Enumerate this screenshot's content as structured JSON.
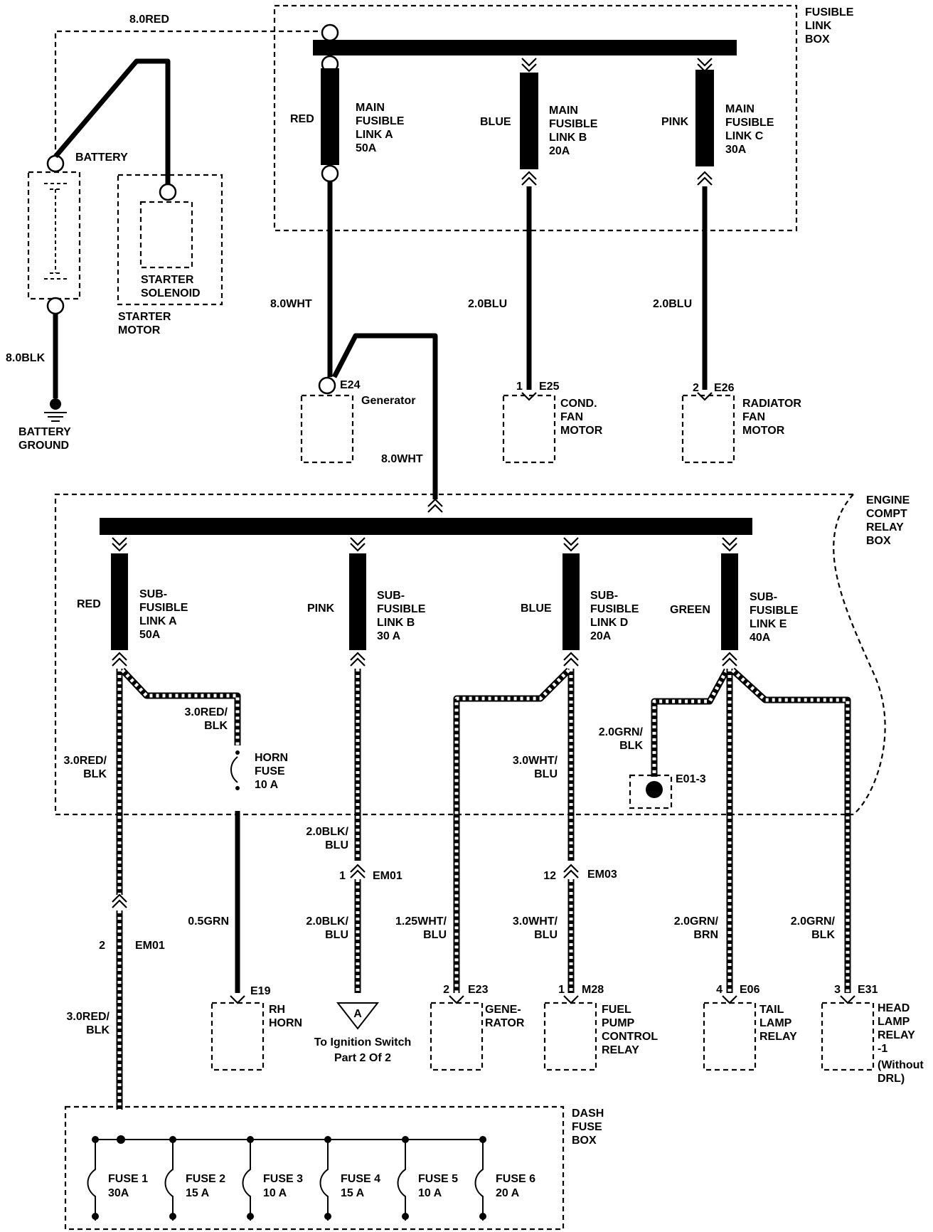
{
  "fusible_link_box": {
    "label": [
      "FUSIBLE",
      "LINK",
      "BOX"
    ],
    "links": [
      {
        "color": "RED",
        "name": [
          "MAIN",
          "FUSIBLE",
          "LINK A",
          "50A"
        ]
      },
      {
        "color": "BLUE",
        "name": [
          "MAIN",
          "FUSIBLE",
          "LINK B",
          "20A"
        ]
      },
      {
        "color": "PINK",
        "name": [
          "MAIN",
          "FUSIBLE",
          "LINK C",
          "30A"
        ]
      }
    ]
  },
  "battery": {
    "label": "BATTERY",
    "feed_wire": "8.0RED",
    "ground_wire": "8.0BLK",
    "ground_label": [
      "BATTERY",
      "GROUND"
    ]
  },
  "starter": {
    "solenoid_label": [
      "STARTER",
      "SOLENOID"
    ],
    "motor_label": [
      "STARTER",
      "MOTOR"
    ]
  },
  "upper_wires": {
    "link_a_wire": "8.0WHT",
    "link_b_wire": "2.0BLU",
    "link_c_wire": "2.0BLU",
    "generator_feed": "8.0WHT"
  },
  "upper_components": {
    "generator": {
      "connector": "E24",
      "label": "Generator"
    },
    "cond_fan": {
      "pin": "1",
      "connector": "E25",
      "label": [
        "COND.",
        "FAN",
        "MOTOR"
      ]
    },
    "radiator_fan": {
      "pin": "2",
      "connector": "E26",
      "label": [
        "RADIATOR",
        "FAN",
        "MOTOR"
      ]
    }
  },
  "relay_box": {
    "label": [
      "ENGINE",
      "COMPT",
      "RELAY",
      "BOX"
    ],
    "links": [
      {
        "color": "RED",
        "name": [
          "SUB-",
          "FUSIBLE",
          "LINK A",
          "50A"
        ]
      },
      {
        "color": "PINK",
        "name": [
          "SUB-",
          "FUSIBLE",
          "LINK B",
          "30 A"
        ]
      },
      {
        "color": "BLUE",
        "name": [
          "SUB-",
          "FUSIBLE",
          "LINK D",
          "20A"
        ]
      },
      {
        "color": "GREEN",
        "name": [
          "SUB-",
          "FUSIBLE",
          "LINK E",
          "40A"
        ]
      }
    ],
    "horn_fuse": [
      "HORN",
      "FUSE",
      "10 A"
    ],
    "ground_connector": "E01-3"
  },
  "wire_labels": {
    "a_left": [
      "3.0RED/",
      "BLK"
    ],
    "a_horn": [
      "3.0RED/",
      "BLK"
    ],
    "b_top": [
      "2.0BLK/",
      "BLU"
    ],
    "b_bottom": [
      "2.0BLK/",
      "BLU"
    ],
    "d_top": [
      "3.0WHT/",
      "BLU"
    ],
    "d_bottom": [
      "3.0WHT/",
      "BLU"
    ],
    "gen2": [
      "1.25WHT/",
      "BLU"
    ],
    "ground": [
      "2.0GRN/",
      "BLK"
    ],
    "tail": [
      "2.0GRN/",
      "BRN"
    ],
    "head": [
      "2.0GRN/",
      "BLK"
    ],
    "horn_out": "0.5GRN",
    "dash_feed": [
      "3.0RED/",
      "BLK"
    ]
  },
  "connectors": {
    "em01_b": {
      "pin": "1",
      "name": "EM01"
    },
    "em03": {
      "pin": "12",
      "name": "EM03"
    },
    "em01_a": {
      "pin": "2",
      "name": "EM01"
    }
  },
  "lower_components": {
    "rh_horn": {
      "connector": "E19",
      "label": [
        "RH",
        "HORN"
      ]
    },
    "ignition": {
      "symbol": "A",
      "label": [
        "To Ignition Switch",
        "Part 2 Of 2"
      ]
    },
    "generator": {
      "pin": "2",
      "connector": "E23",
      "label": [
        "GENE-",
        "RATOR"
      ]
    },
    "fuel_pump": {
      "pin": "1",
      "connector": "M28",
      "label": [
        "FUEL",
        "PUMP",
        "CONTROL",
        "RELAY"
      ]
    },
    "tail_lamp": {
      "pin": "4",
      "connector": "E06",
      "label": [
        "TAIL",
        "LAMP",
        "RELAY"
      ]
    },
    "head_lamp": {
      "pin": "3",
      "connector": "E31",
      "label": [
        "HEAD",
        "LAMP",
        "RELAY",
        "-1"
      ],
      "note": [
        "(Without",
        "DRL)"
      ]
    }
  },
  "dash_fuse_box": {
    "label": [
      "DASH",
      "FUSE",
      "BOX"
    ],
    "fuses": [
      {
        "name": "FUSE 1",
        "rating": "30A"
      },
      {
        "name": "FUSE 2",
        "rating": "15 A"
      },
      {
        "name": "FUSE 3",
        "rating": "10 A"
      },
      {
        "name": "FUSE 4",
        "rating": "15 A"
      },
      {
        "name": "FUSE 5",
        "rating": "10 A"
      },
      {
        "name": "FUSE 6",
        "rating": "20 A"
      }
    ]
  }
}
